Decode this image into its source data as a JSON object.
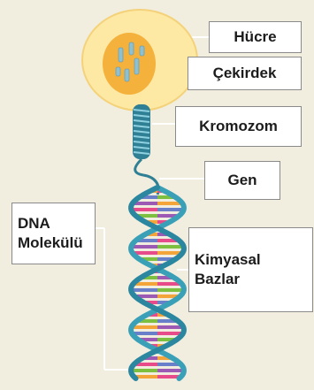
{
  "labels": {
    "hucre": "Hücre",
    "cekirdek": "Çekirdek",
    "kromozom": "Kromozom",
    "gen": "Gen",
    "dna_line1": "DNA",
    "dna_line2": "Molekülü",
    "kimyasal_line1": "Kimyasal",
    "kimyasal_line2": "Bazlar"
  },
  "colors": {
    "background": "#f1eedf",
    "cell": "#fde9a4",
    "nucleus": "#f4b13c",
    "chromosome": "#8fc0cf",
    "helix_backbone": "#3aa0b8",
    "base_pairs": [
      "#e84b8a",
      "#7dbf3f",
      "#f3a53a",
      "#6a7fc9",
      "#9c5ab5"
    ],
    "leader_line": "#ffffff"
  }
}
